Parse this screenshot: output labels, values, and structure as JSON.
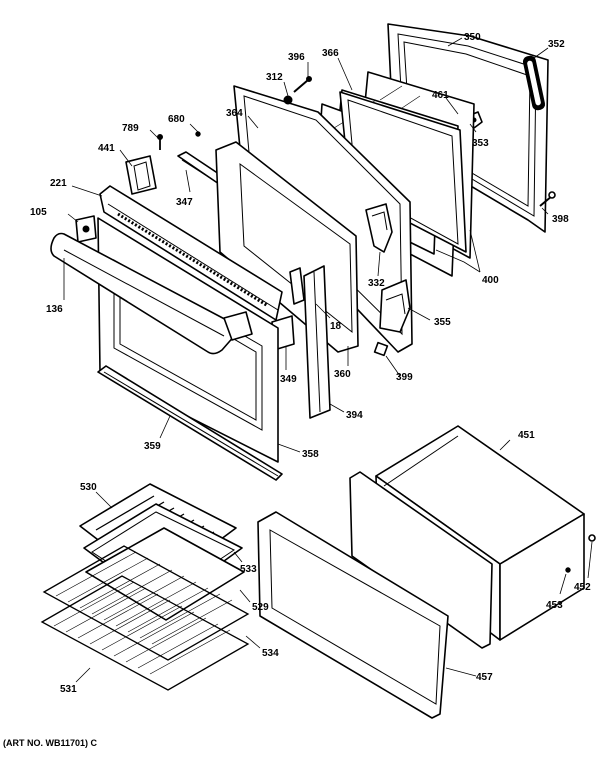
{
  "labels": {
    "p350": "350",
    "p352": "352",
    "p396": "396",
    "p366": "366",
    "p312": "312",
    "p461": "461",
    "p364": "364",
    "p680": "680",
    "p353": "353",
    "p789": "789",
    "p441": "441",
    "p221": "221",
    "p347": "347",
    "p105": "105",
    "p398": "398",
    "p400": "400",
    "p332": "332",
    "p136": "136",
    "p18": "18",
    "p355": "355",
    "p360": "360",
    "p349": "349",
    "p399": "399",
    "p394": "394",
    "p359": "359",
    "p358": "358",
    "p451": "451",
    "p530": "530",
    "p533": "533",
    "p452": "452",
    "p529": "529",
    "p453": "453",
    "p534": "534",
    "p457": "457",
    "p531": "531"
  },
  "art_note": "(ART NO. WB11701) C"
}
